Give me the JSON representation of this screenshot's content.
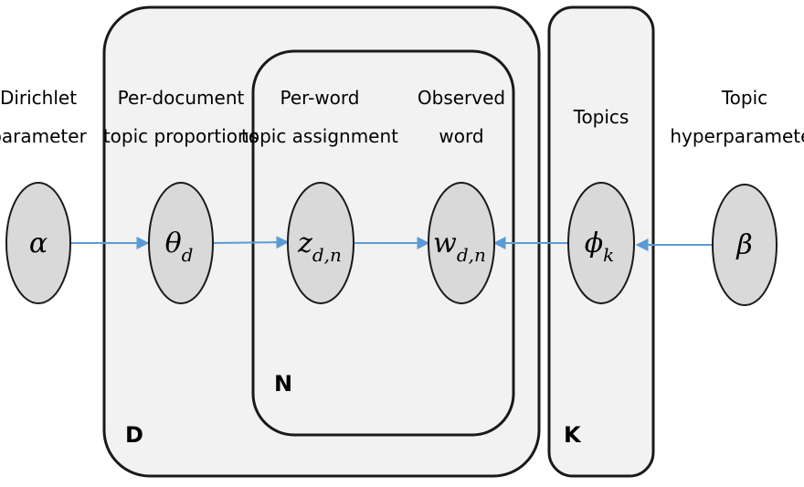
{
  "labels": {
    "dirichlet_line1": "Dirichlet",
    "dirichlet_line2": "parameter",
    "perdoc_line1": "Per-document",
    "perdoc_line2": "topic proportions",
    "perword_line1": "Per-word",
    "perword_line2": "topic assignment",
    "observed_line1": "Observed",
    "observed_line2": "word",
    "topics": "Topics",
    "topic_hyper_line1": "Topic",
    "topic_hyper_line2": "hyperparameter"
  },
  "plates": {
    "documents": "D",
    "words": "N",
    "topics": "K"
  },
  "nodes": {
    "alpha": {
      "symbol": "α",
      "sub": ""
    },
    "theta": {
      "symbol": "θ",
      "sub": "d"
    },
    "z": {
      "symbol": "z",
      "sub": "d,n"
    },
    "w": {
      "symbol": "w",
      "sub": "d,n"
    },
    "phi": {
      "symbol": "ϕ",
      "sub": "k"
    },
    "beta": {
      "symbol": "β",
      "sub": ""
    }
  },
  "colors": {
    "node_fill": "#d9d9d9",
    "plate_fill": "#f2f2f2",
    "arrow": "#5b9bd5",
    "stroke": "#1a1a1a"
  }
}
